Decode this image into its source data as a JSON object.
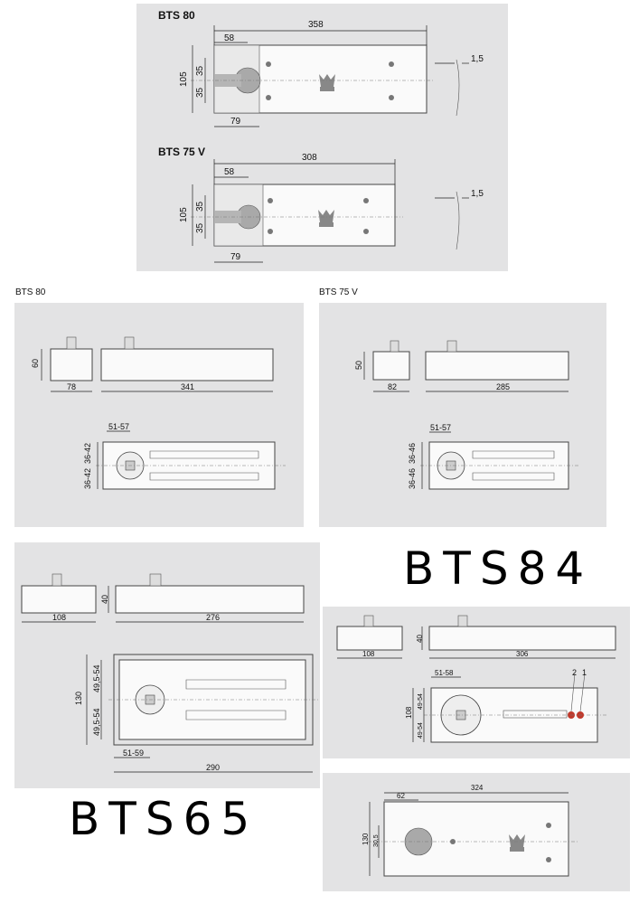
{
  "top_panel": {
    "bts80": {
      "title": "BTS 80",
      "dims": {
        "length": "358",
        "offset": "58",
        "height": "105",
        "half_upper": "35",
        "half_lower": "35",
        "bottom": "79",
        "thickness": "1,5"
      }
    },
    "bts75v": {
      "title": "BTS 75 V",
      "dims": {
        "length": "308",
        "offset": "58",
        "height": "105",
        "half_upper": "35",
        "half_lower": "35",
        "bottom": "79",
        "thickness": "1,5"
      }
    }
  },
  "bts80_views": {
    "title": "BTS 80",
    "dims": {
      "side_height": "60",
      "side_width": "78",
      "main_length": "341",
      "spindle": "51-57",
      "upper": "36-42",
      "lower": "36-42"
    }
  },
  "bts75v_views": {
    "title": "BTS 75 V",
    "dims": {
      "side_height": "50",
      "side_width": "82",
      "main_length": "285",
      "spindle": "51-57",
      "upper": "36-46",
      "lower": "36-46"
    }
  },
  "bts65_views": {
    "dims": {
      "side_height": "40",
      "side_width": "108",
      "main_length": "276",
      "total_width": "130",
      "upper": "49,5-54",
      "lower": "49,5-54",
      "spindle": "51-59",
      "total_length": "290"
    }
  },
  "bts84_views": {
    "dims": {
      "side_width": "108",
      "side_height": "40",
      "main_length": "306",
      "spindle": "51-58",
      "callout_2": "2",
      "callout_1": "1",
      "width": "108",
      "upper": "49-54",
      "lower": "49-54"
    }
  },
  "bts84_plate": {
    "dims": {
      "length": "324",
      "offset": "62",
      "height": "130",
      "half": "30,5"
    }
  },
  "labels": {
    "bts84": "BTS84",
    "bts65": "BTS65"
  }
}
